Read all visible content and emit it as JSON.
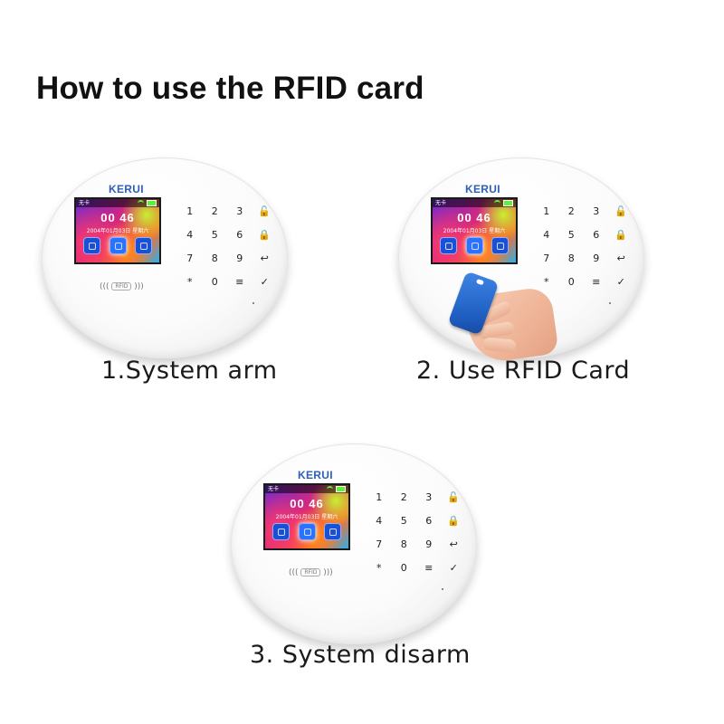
{
  "heading": "How to use the RFID card",
  "device": {
    "brand": "KERUI",
    "status_text": "无卡",
    "time": "00 46",
    "date": "2004年01月03日  星期六",
    "keys": [
      "1",
      "2",
      "3",
      "🔓",
      "4",
      "5",
      "6",
      "🔒",
      "7",
      "8",
      "9",
      "↩",
      "*",
      "0",
      "≡",
      "✓"
    ],
    "rfid_label": "RFID"
  },
  "steps": [
    {
      "caption": "1.System arm"
    },
    {
      "caption": "2. Use RFID Card"
    },
    {
      "caption": "3. System disarm"
    }
  ],
  "colors": {
    "brand": "#2d5fb8",
    "card": "#2f75d8"
  }
}
